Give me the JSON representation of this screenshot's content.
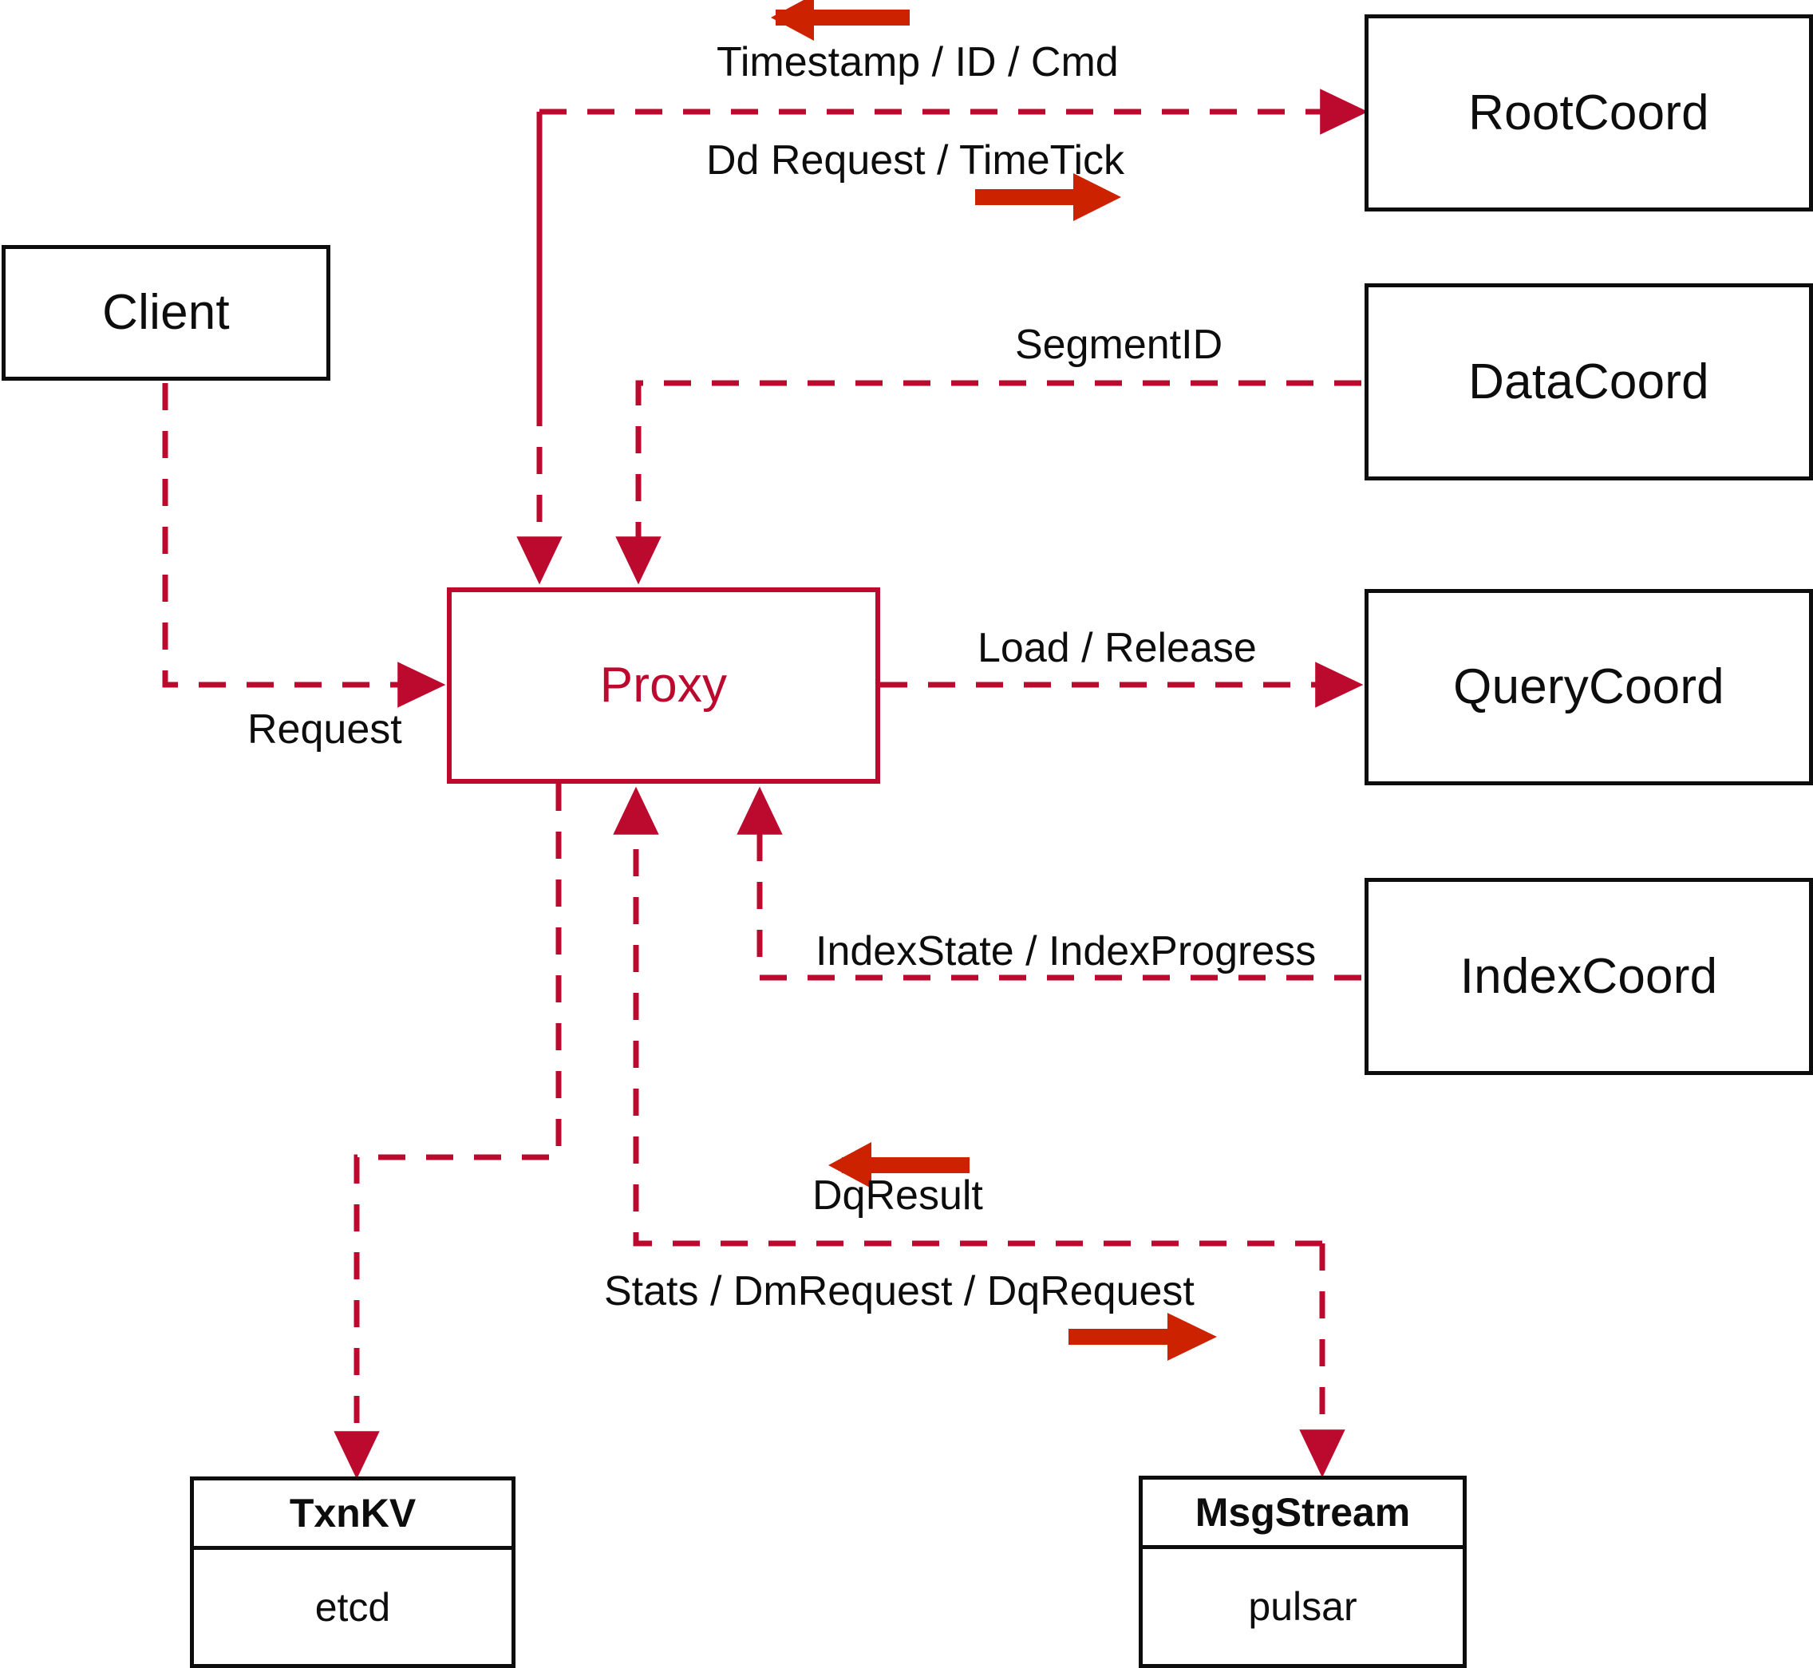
{
  "diagram": {
    "title": "Milvus Proxy interaction diagram",
    "accent_color": "#BC0A2E",
    "arrow_color": "#CC2200",
    "node_color": "#0d0d0d"
  },
  "nodes": {
    "client": {
      "label": "Client"
    },
    "proxy": {
      "label": "Proxy"
    },
    "root_coord": {
      "label": "RootCoord"
    },
    "data_coord": {
      "label": "DataCoord"
    },
    "query_coord": {
      "label": "QueryCoord"
    },
    "index_coord": {
      "label": "IndexCoord"
    }
  },
  "stores": {
    "txnkv": {
      "title": "TxnKV",
      "impl": "etcd"
    },
    "msgstream": {
      "title": "MsgStream",
      "impl": "pulsar"
    }
  },
  "edge_labels": {
    "timestamp_id_cmd": "Timestamp / ID / Cmd",
    "dd_request_timetick": "Dd Request / TimeTick",
    "segment_id": "SegmentID",
    "request": "Request",
    "load_release": "Load / Release",
    "index_state_progress": "IndexState / IndexProgress",
    "dq_result": "DqResult",
    "stats_dm_dq_request": "Stats / DmRequest / DqRequest"
  }
}
